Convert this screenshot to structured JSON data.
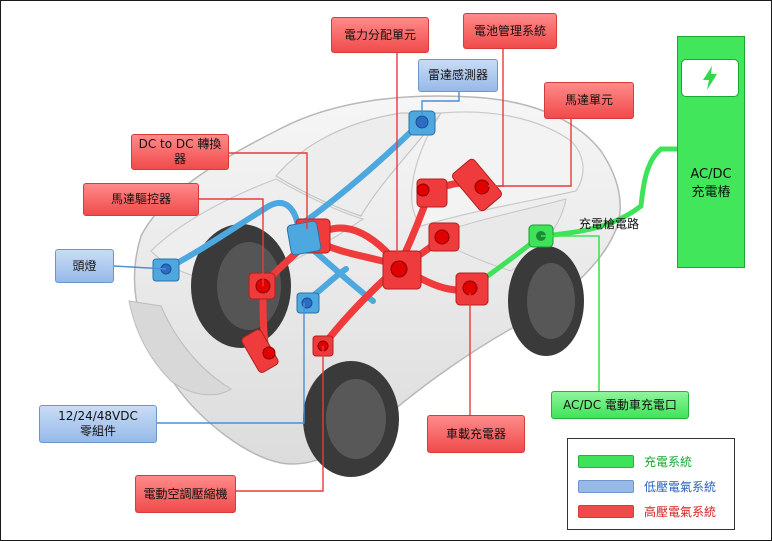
{
  "labels": {
    "power_distribution": "電力分配單元",
    "battery_management": "電池管理系統",
    "radar_sensor": "雷達感測器",
    "motor_unit": "馬達單元",
    "dc_converter": "DC to DC 轉換器",
    "motor_driver": "馬達驅控器",
    "headlight": "頭燈",
    "charging_gun_circuit": "充電槍電路",
    "low_voltage_components": [
      "12/24/48VDC",
      "零組件"
    ],
    "ev_charging_port": "AC/DC 電動車充電口",
    "onboard_charger": "車載充電器",
    "ac_compressor": "電動空調壓縮機"
  },
  "charger": {
    "line1": "AC/DC",
    "line2": "充電樁",
    "icon": "lightning-bolt-icon"
  },
  "legend": {
    "items": [
      {
        "label": "充電系統",
        "color": "#3fe35a",
        "text_color": "#18a830"
      },
      {
        "label": "低壓電氣系統",
        "color": "#97b9e8",
        "text_color": "#2a62b8"
      },
      {
        "label": "高壓電氣系統",
        "color": "#f04b4b",
        "text_color": "#d62020"
      }
    ]
  },
  "colors": {
    "high_voltage": "#ef3b3b",
    "low_voltage": "#4ea8e0",
    "charging": "#3fe35a"
  }
}
